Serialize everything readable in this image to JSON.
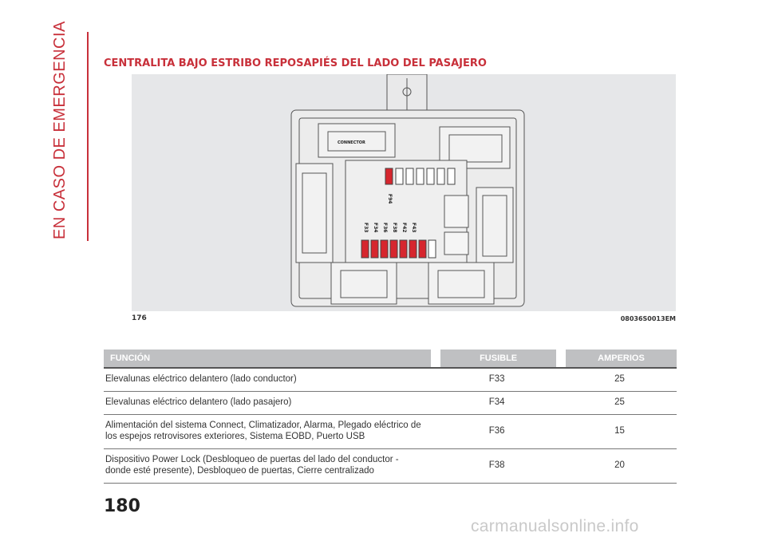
{
  "sidebar": {
    "title": "EN CASO DE EMERGENCIA"
  },
  "section": {
    "title": "CENTRALITA BAJO ESTRIBO REPOSAPIÉS DEL LADO DEL PASAJERO"
  },
  "figure": {
    "number": "176",
    "code": "08036S0013EM",
    "fuse_labels": [
      "F33",
      "F34",
      "F36",
      "F38",
      "F42",
      "F43"
    ],
    "top_fuse_label": "F94",
    "connector_label": "CONNECTOR",
    "highlight_color": "#d6262e"
  },
  "table": {
    "headers": {
      "function": "FUNCIÓN",
      "fuse": "FUSIBLE",
      "amperes": "AMPERIOS"
    },
    "rows": [
      {
        "function": "Elevalunas eléctrico delantero (lado conductor)",
        "fuse": "F33",
        "amperes": "25"
      },
      {
        "function": "Elevalunas eléctrico delantero (lado pasajero)",
        "fuse": "F34",
        "amperes": "25"
      },
      {
        "function": "Alimentación del sistema Connect, Climatizador, Alarma, Plegado eléctrico de los espejos retrovisores exteriores, Sistema EOBD, Puerto USB",
        "fuse": "F36",
        "amperes": "15"
      },
      {
        "function": "Dispositivo Power Lock (Desbloqueo de puertas del lado del conductor - donde esté presente), Desbloqueo de puertas, Cierre centralizado",
        "fuse": "F38",
        "amperes": "20"
      }
    ]
  },
  "page": {
    "number": "180"
  },
  "watermark": {
    "text": "carmanualsonline.info"
  }
}
